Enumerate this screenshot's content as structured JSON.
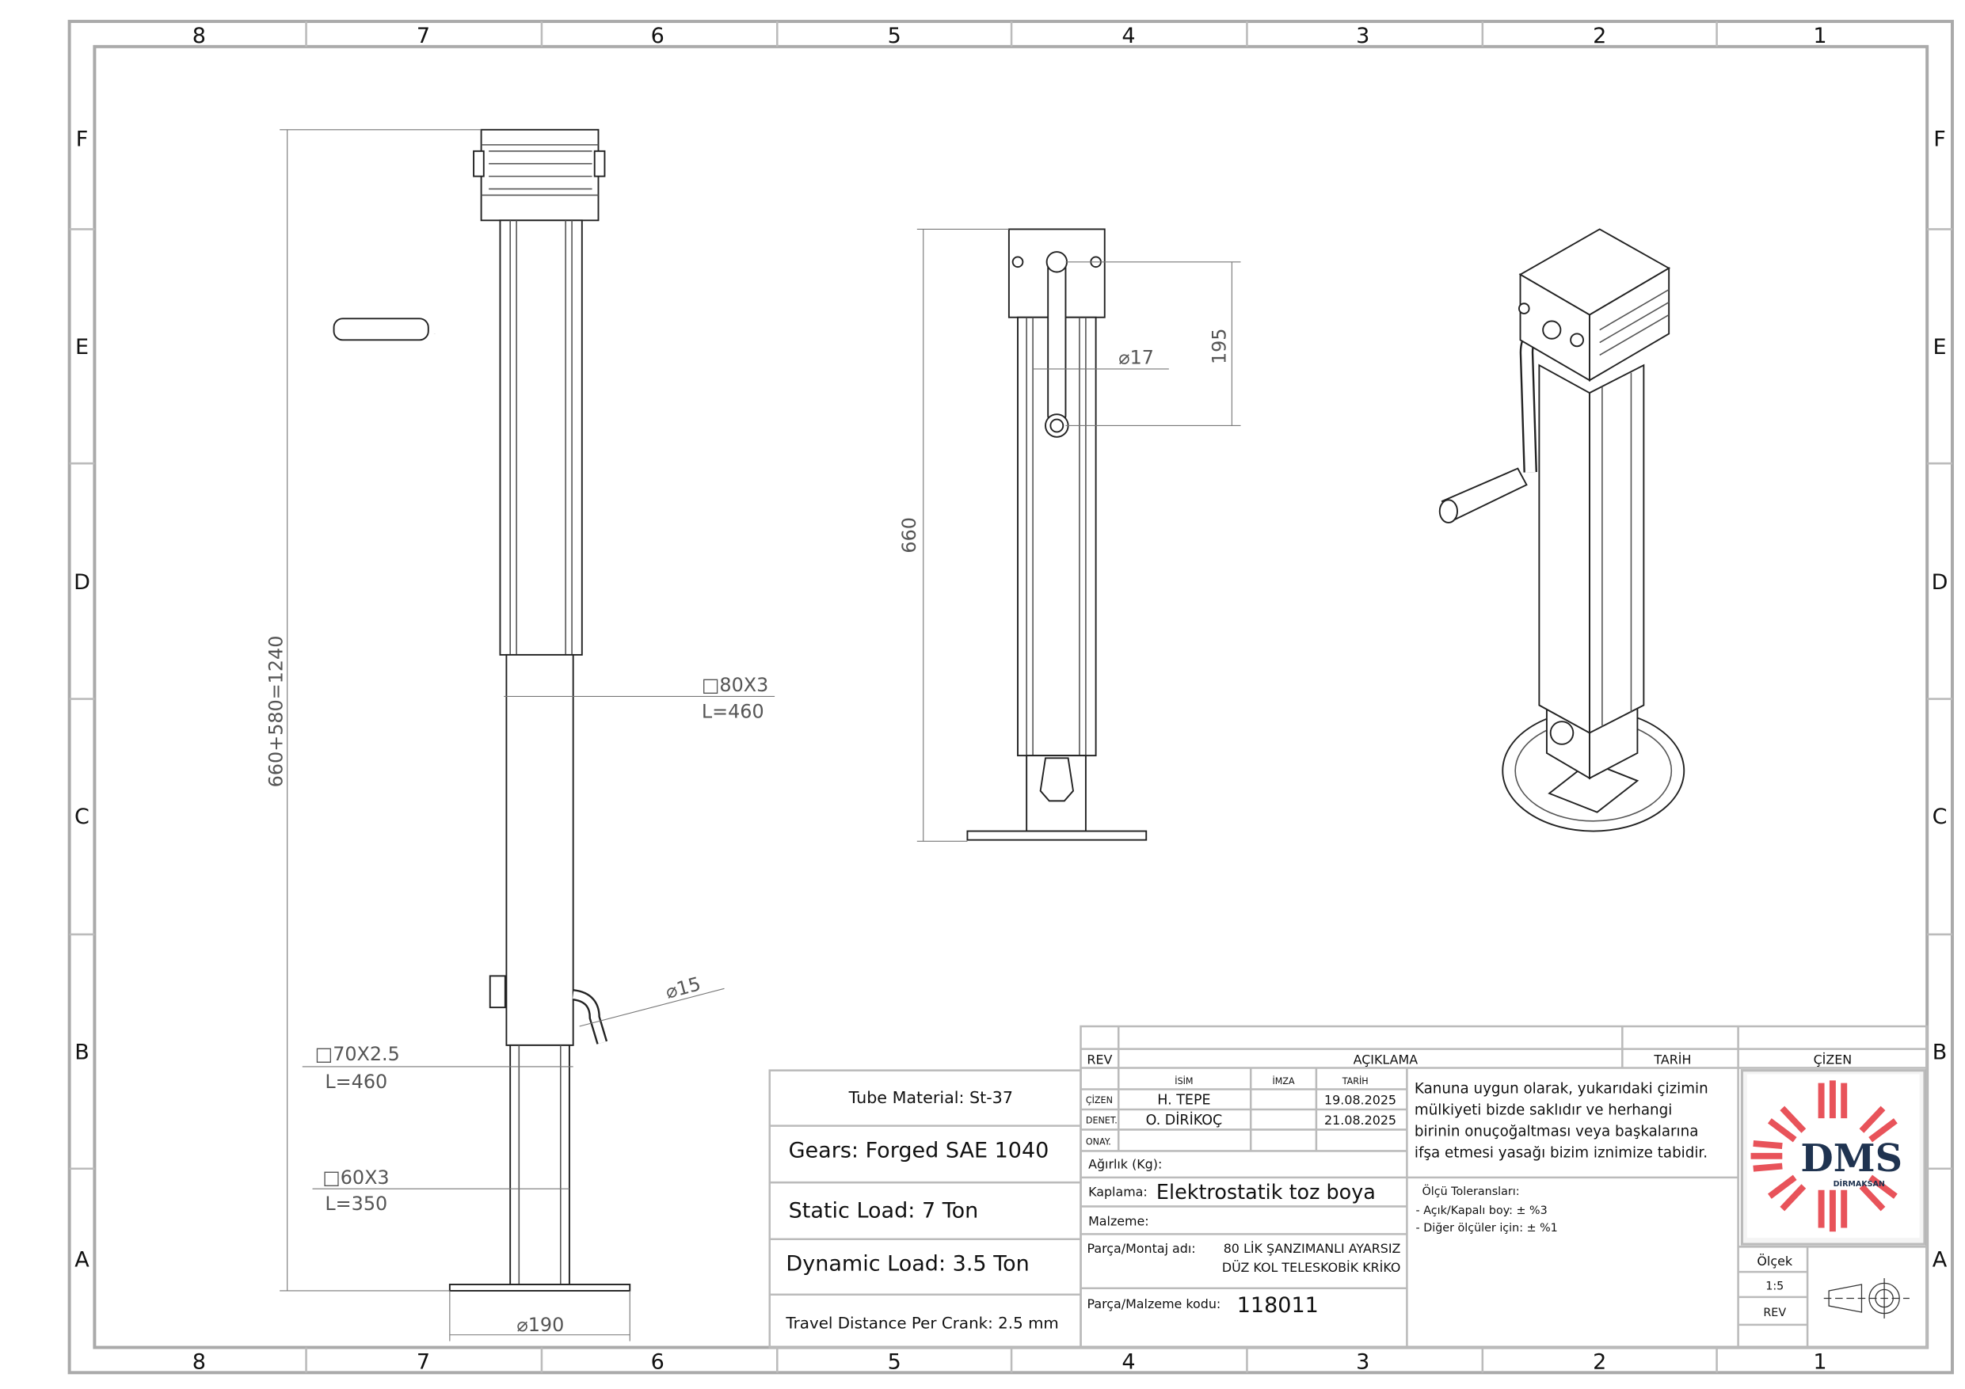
{
  "grid": {
    "columns": [
      "8",
      "7",
      "6",
      "5",
      "4",
      "3",
      "2",
      "1"
    ],
    "rows": [
      "F",
      "E",
      "D",
      "C",
      "B",
      "A"
    ]
  },
  "dimensions": {
    "side_total_height": "660+580=1240",
    "tube1_section": "□80X3",
    "tube1_length": "L=460",
    "tube2_section": "□70X2.5",
    "tube2_length": "L=460",
    "tube3_section": "□60X3",
    "tube3_length": "L=350",
    "base_diameter": "⌀190",
    "crank_diameter": "⌀15",
    "front_height": "660",
    "front_crank_offset": "195",
    "front_shaft_diameter": "⌀17"
  },
  "specs": {
    "tube_material": "Tube Material: St-37",
    "gears": "Gears: Forged SAE 1040",
    "static_load": "Static Load: 7 Ton",
    "dynamic_load": "Dynamic Load: 3.5 Ton",
    "travel": "Travel Distance Per Crank: 2.5 mm"
  },
  "title_block": {
    "rev_header": "REV",
    "description_header": "AÇIKLAMA",
    "date_header": "TARİH",
    "drawn_header": "ÇİZEN",
    "sig_headers": {
      "name": "İSİM",
      "signature": "İMZA",
      "date": "TARİH"
    },
    "rows": [
      {
        "role": "ÇİZEN",
        "name": "H. TEPE",
        "date": "19.08.2025"
      },
      {
        "role": "DENET.",
        "name": "O. DİRİKOÇ",
        "date": "21.08.2025"
      },
      {
        "role": "ONAY.",
        "name": "",
        "date": ""
      }
    ],
    "weight_label": "Ağırlık (Kg):",
    "coating_label": "Kaplama:",
    "coating_value": "Elektrostatik toz boya",
    "material_label": "Malzeme:",
    "part_name_label": "Parça/Montaj adı:",
    "part_name_line1": "80 LİK ŞANZIMANLI AYARSIZ",
    "part_name_line2": "DÜZ KOL TELESKOBİK KRİKO",
    "part_code_label": "Parça/Malzeme kodu:",
    "part_code": "118011",
    "notice": [
      "Kanuna uygun olarak, yukarıdaki çizimin",
      "mülkiyeti bizde saklıdır ve herhangi",
      "birinin onuçoğaltması veya başkalarına",
      "ifşa etmesi yasağı bizim iznimize tabidir."
    ],
    "tolerance_title": "Ölçü Toleransları:",
    "tolerance_1": "- Açık/Kapalı boy: ± %3",
    "tolerance_2": "- Diğer ölçüler için: ± %1",
    "scale_label": "Ölçek",
    "scale_value": "1:5",
    "rev_label": "REV",
    "logo_text": "DMS",
    "logo_subtext": "DİRMAKSAN"
  },
  "colors": {
    "logo_red": "#e8535a",
    "logo_navy": "#1f3350"
  }
}
